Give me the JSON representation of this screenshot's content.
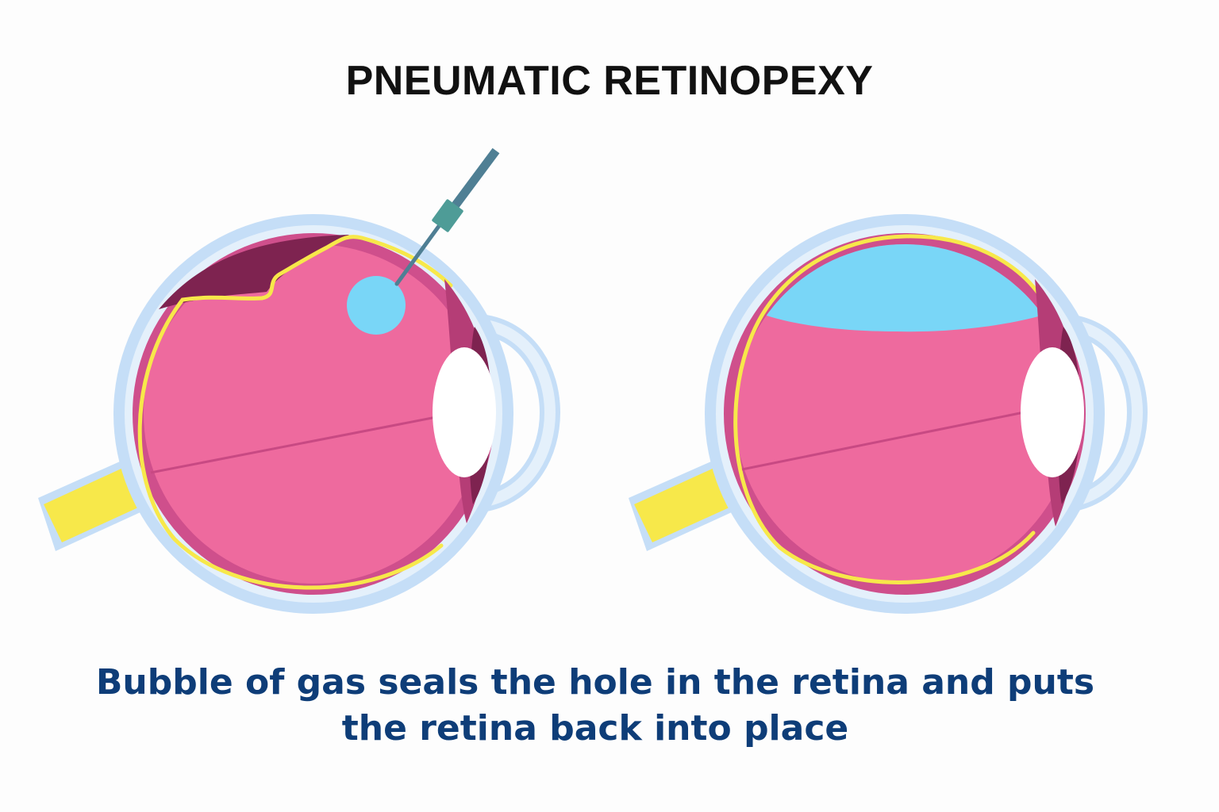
{
  "title": "PNEUMATIC RETINOPEXY",
  "caption": {
    "line1": "Bubble of gas seals the hole in the retina and puts",
    "line2": "the retina back into place"
  },
  "colors": {
    "sclera_outer": "#c5def7",
    "sclera_inner": "#e4f0fb",
    "choroid": "#cf4f8c",
    "vitreous": "#ee6a9e",
    "retina": "#f7e84a",
    "detached_pocket": "#7e2350",
    "gas_bubble": "#79d6f7",
    "lens": "#ffffff",
    "cornea": "#dcecfb",
    "needle": "#4f7f94",
    "needle_hub": "#4e9c97",
    "title_text": "#111111",
    "caption_text": "#0e3d78"
  },
  "icons": [
    "eye-detached-retina-icon",
    "eye-reattached-retina-icon",
    "syringe-needle-icon",
    "gas-bubble-icon"
  ]
}
